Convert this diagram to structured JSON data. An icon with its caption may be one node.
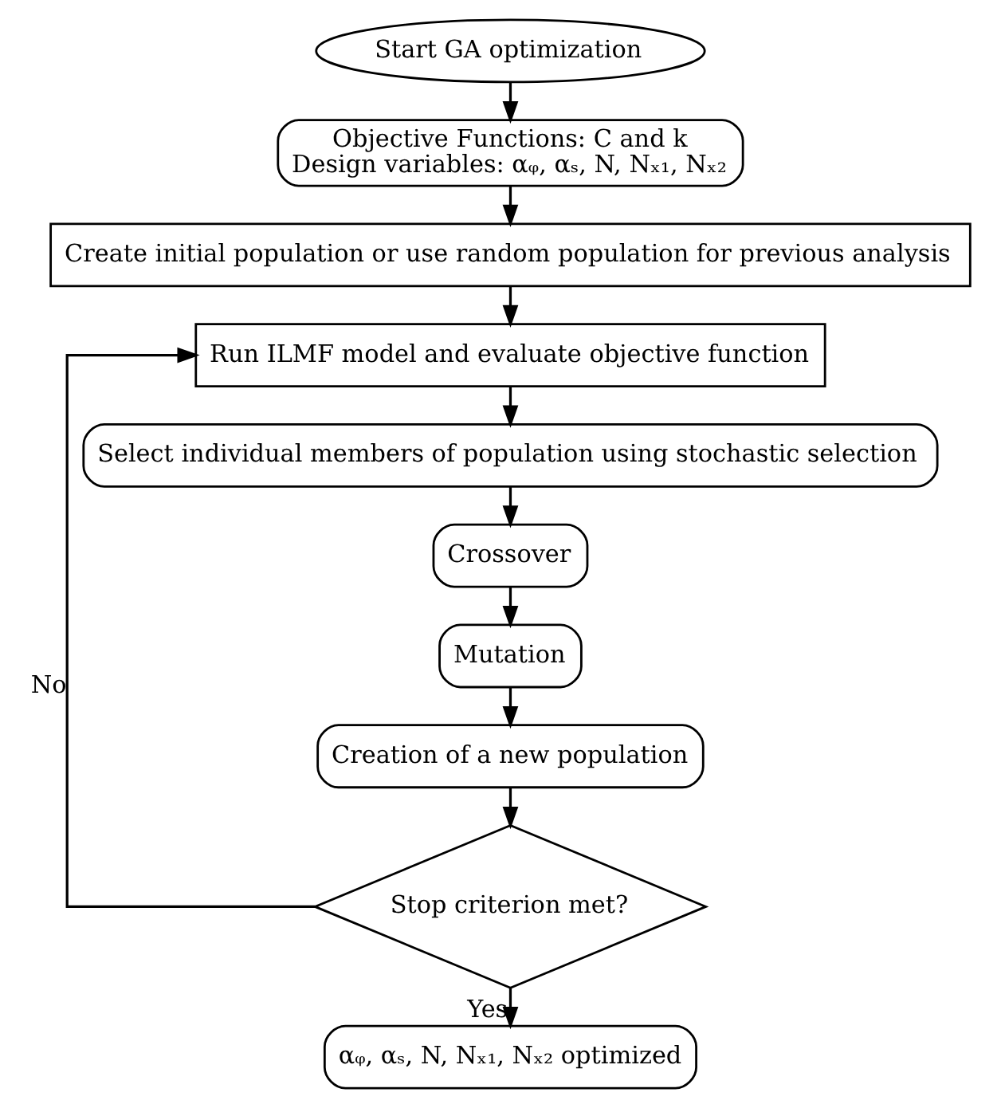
{
  "diagram": {
    "nodes": [
      {
        "text": [
          "Start GA optimization"
        ]
      },
      {
        "text": [
          "Objective Functions: C and k",
          "Design variables: αᵩ, αₛ, N, Nₓ₁, Nₓ₂"
        ]
      },
      {
        "text": [
          "Create initial population or use random population for previous analysis"
        ]
      },
      {
        "text": [
          "Run ILMF model and evaluate objective function"
        ]
      },
      {
        "text": [
          "Select individual members of population using stochastic selection"
        ]
      },
      {
        "text": [
          "Crossover"
        ]
      },
      {
        "text": [
          "Mutation"
        ]
      },
      {
        "text": [
          "Creation of a new population"
        ]
      },
      {
        "text": [
          "Stop criterion met?"
        ]
      },
      {
        "text": [
          "αᵩ, αₛ, N, Nₓ₁, Nₓ₂ optimized"
        ]
      }
    ],
    "edges": [
      {
        "from": 0,
        "to": 1,
        "arrow": "to"
      },
      {
        "from": 1,
        "to": 2,
        "arrow": "to"
      },
      {
        "from": 2,
        "to": 3,
        "arrow": "to"
      },
      {
        "from": 3,
        "to": 4,
        "arrow": "to"
      },
      {
        "from": 4,
        "to": 5,
        "arrow": "to"
      },
      {
        "from": 5,
        "to": 6,
        "arrow": "to"
      },
      {
        "from": 6,
        "to": 7,
        "arrow": "to"
      },
      {
        "from": 7,
        "to": 8,
        "arrow": "to"
      },
      {
        "from": 8,
        "to": 3,
        "arrow": "to",
        "label": "No"
      },
      {
        "from": 8,
        "to": 9,
        "arrow": "to",
        "label": "Yes"
      }
    ]
  }
}
